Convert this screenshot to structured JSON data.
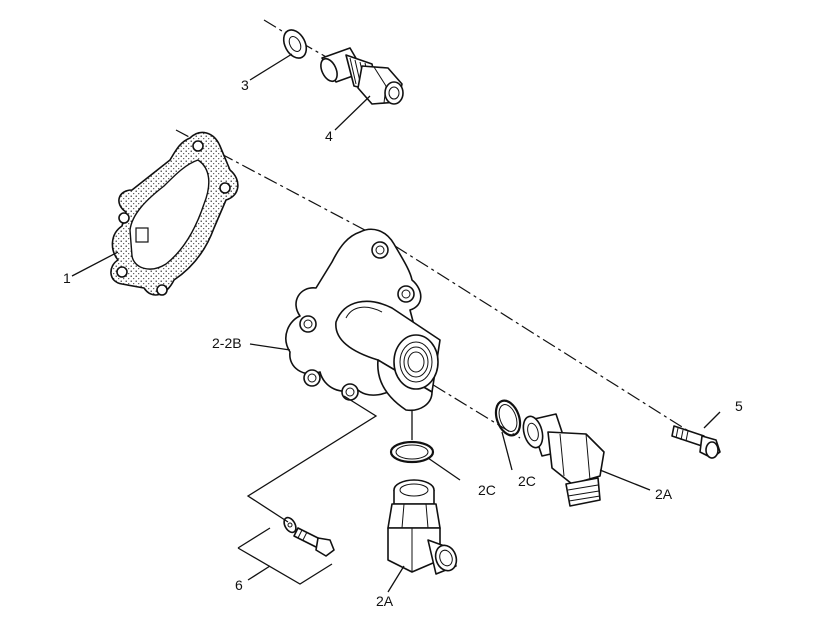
{
  "callouts": [
    {
      "id": "c1",
      "text": "1"
    },
    {
      "id": "c2-2b",
      "text": "2-2B"
    },
    {
      "id": "c2a-right",
      "text": "2A"
    },
    {
      "id": "c2a-bottom",
      "text": "2A"
    },
    {
      "id": "c2c-left",
      "text": "2C"
    },
    {
      "id": "c2c-right",
      "text": "2C"
    },
    {
      "id": "c3",
      "text": "3"
    },
    {
      "id": "c4",
      "text": "4"
    },
    {
      "id": "c5",
      "text": "5"
    },
    {
      "id": "c6",
      "text": "6"
    }
  ]
}
